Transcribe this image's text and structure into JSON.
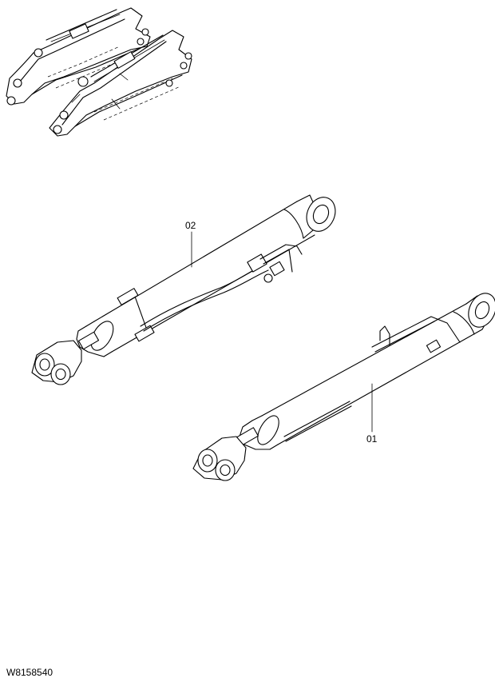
{
  "callouts": [
    {
      "id": "02",
      "label": "02"
    },
    {
      "id": "01",
      "label": "01"
    }
  ],
  "drawing_number": "W8158540"
}
